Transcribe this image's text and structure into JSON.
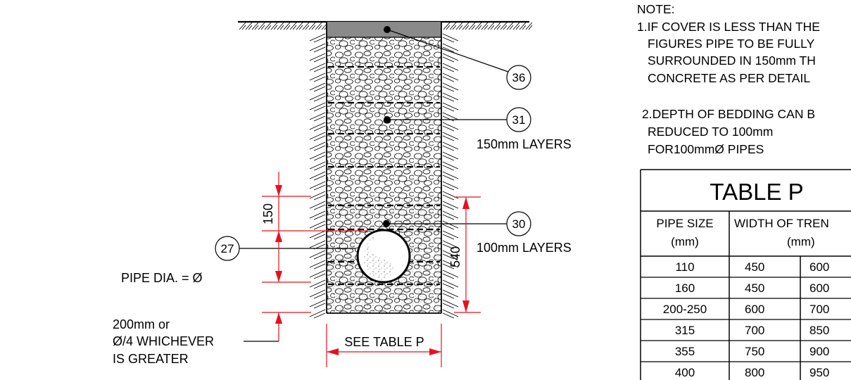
{
  "notes": {
    "heading": "NOTE:",
    "note1": [
      "1.IF COVER IS LESS THAN THE",
      "FIGURES PIPE TO BE FULLY",
      "SURROUNDED IN 150mm TH",
      "CONCRETE AS PER DETAIL"
    ],
    "note2": [
      "2.DEPTH OF BEDDING CAN B",
      "REDUCED TO 100mm",
      "FOR100mmØ PIPES"
    ]
  },
  "callouts": {
    "c36": "36",
    "c31": "31",
    "c30": "30",
    "c27": "27",
    "layers150": "150mm LAYERS",
    "layers100": "100mm LAYERS"
  },
  "labels": {
    "pipe_dia": "PIPE DIA. = Ø",
    "bedding": [
      "200mm or",
      "Ø/4 WHICHEVER",
      "IS GREATER"
    ],
    "see_table": "SEE TABLE P"
  },
  "dims": {
    "d150": "150",
    "d540": "540"
  },
  "table": {
    "title": "TABLE P",
    "col1_header": [
      "PIPE SIZE",
      "(mm)"
    ],
    "col2_header": [
      "WIDTH OF TREN",
      "(mm)"
    ],
    "rows": [
      [
        "110",
        "450",
        "600"
      ],
      [
        "160",
        "450",
        "600"
      ],
      [
        "200-250",
        "600",
        "700"
      ],
      [
        "315",
        "700",
        "850"
      ],
      [
        "355",
        "750",
        "900"
      ],
      [
        "400",
        "800",
        "950"
      ]
    ]
  },
  "colors": {
    "dimension": "#e8101e",
    "line": "#000000",
    "surface": "#8a8a8a"
  }
}
